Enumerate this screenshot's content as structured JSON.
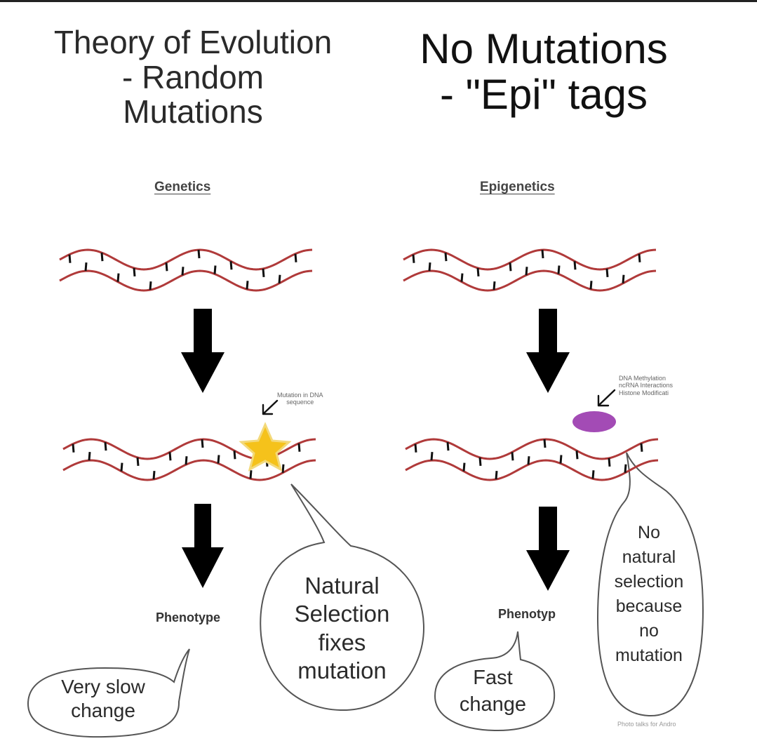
{
  "title_left": {
    "line1": "Theory of Evolution",
    "line2": "- Random",
    "line3": "Mutations"
  },
  "title_right": {
    "line1": "No Mutations",
    "line2": "- \"Epi\" tags"
  },
  "left_panel": {
    "label": "Genetics",
    "mutation_note": {
      "line1": "Mutation in DNA",
      "line2": "sequence"
    },
    "phenotype": "Phenotype",
    "bubble_slow": {
      "line1": "Very slow",
      "line2": "change"
    },
    "bubble_selection": {
      "line1": "Natural",
      "line2": "Selection",
      "line3": "fixes",
      "line4": "mutation"
    }
  },
  "right_panel": {
    "label": "Epigenetics",
    "epi_note": {
      "line1": "DNA Methylation",
      "line2": "ncRNA Interactions",
      "line3": "Histone Modificati"
    },
    "phenotype": "Phenotyp",
    "bubble_fast": {
      "line1": "Fast",
      "line2": "change"
    },
    "bubble_no_selection": {
      "line1": "No",
      "line2": "natural",
      "line3": "selection",
      "line4": "because",
      "line5": "no",
      "line6": "mutation"
    }
  },
  "watermark": "Photo talks for Andro",
  "colors": {
    "dna_strand": "#b03a3a",
    "arrow": "#000000",
    "mutation_star": "#f5c21b",
    "epi_tag": "#a34bb5"
  },
  "icons": {
    "mutation": "star-icon",
    "epi_tag": "oval-tag-icon",
    "flow": "arrow-down-icon"
  }
}
